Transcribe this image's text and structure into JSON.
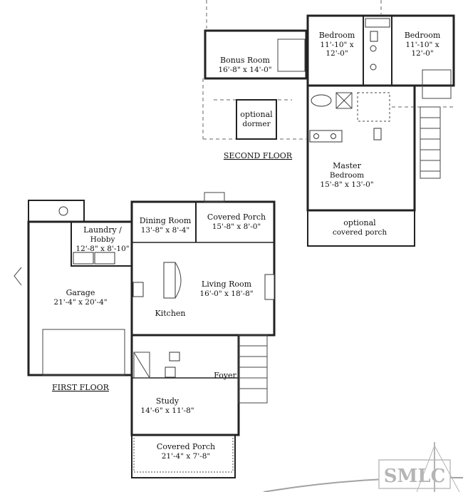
{
  "second_floor": {
    "label": "SECOND FLOOR",
    "rooms": [
      {
        "id": "bedroom-left",
        "name": "Bedroom",
        "dims": [
          "11'-10\" x",
          "12'-0\""
        ]
      },
      {
        "id": "bedroom-right",
        "name": "Bedroom",
        "dims": [
          "11'-10\" x",
          "12'-0\""
        ]
      },
      {
        "id": "bonus-room",
        "name": "Bonus Room",
        "dims": [
          "16'-8\" x 14'-0\""
        ]
      },
      {
        "id": "optional-dormer",
        "name": "optional",
        "dims": [
          "dormer"
        ]
      },
      {
        "id": "master-bedroom",
        "name": "Master",
        "dims": [
          "Bedroom",
          "15'-8\" x 13'-0\""
        ]
      },
      {
        "id": "optional-covered-porch",
        "name": "optional",
        "dims": [
          "covered porch"
        ]
      }
    ]
  },
  "first_floor": {
    "label": "FIRST FLOOR",
    "rooms": [
      {
        "id": "dining-room",
        "name": "Dining Room",
        "dims": [
          "13'-8\" x 8'-4\""
        ]
      },
      {
        "id": "covered-porch-rear",
        "name": "Covered Porch",
        "dims": [
          "15'-8\" x 8'-0\""
        ]
      },
      {
        "id": "laundry-hobby",
        "name": "Laundry /",
        "dims": [
          "Hobby",
          "12'-8\" x 8'-10\""
        ]
      },
      {
        "id": "garage",
        "name": "Garage",
        "dims": [
          "21'-4\" x 20'-4\""
        ]
      },
      {
        "id": "living-room",
        "name": "Living Room",
        "dims": [
          "16'-0\" x 18'-8\""
        ]
      },
      {
        "id": "kitchen",
        "name": "Kitchen",
        "dims": []
      },
      {
        "id": "foyer",
        "name": "Foyer",
        "dims": []
      },
      {
        "id": "study",
        "name": "Study",
        "dims": [
          "14'-6\" x 11'-8\""
        ]
      },
      {
        "id": "covered-porch-front",
        "name": "Covered Porch",
        "dims": [
          "21'-4\" x 7'-8\""
        ]
      }
    ]
  },
  "watermark": {
    "text": "SMLC"
  }
}
